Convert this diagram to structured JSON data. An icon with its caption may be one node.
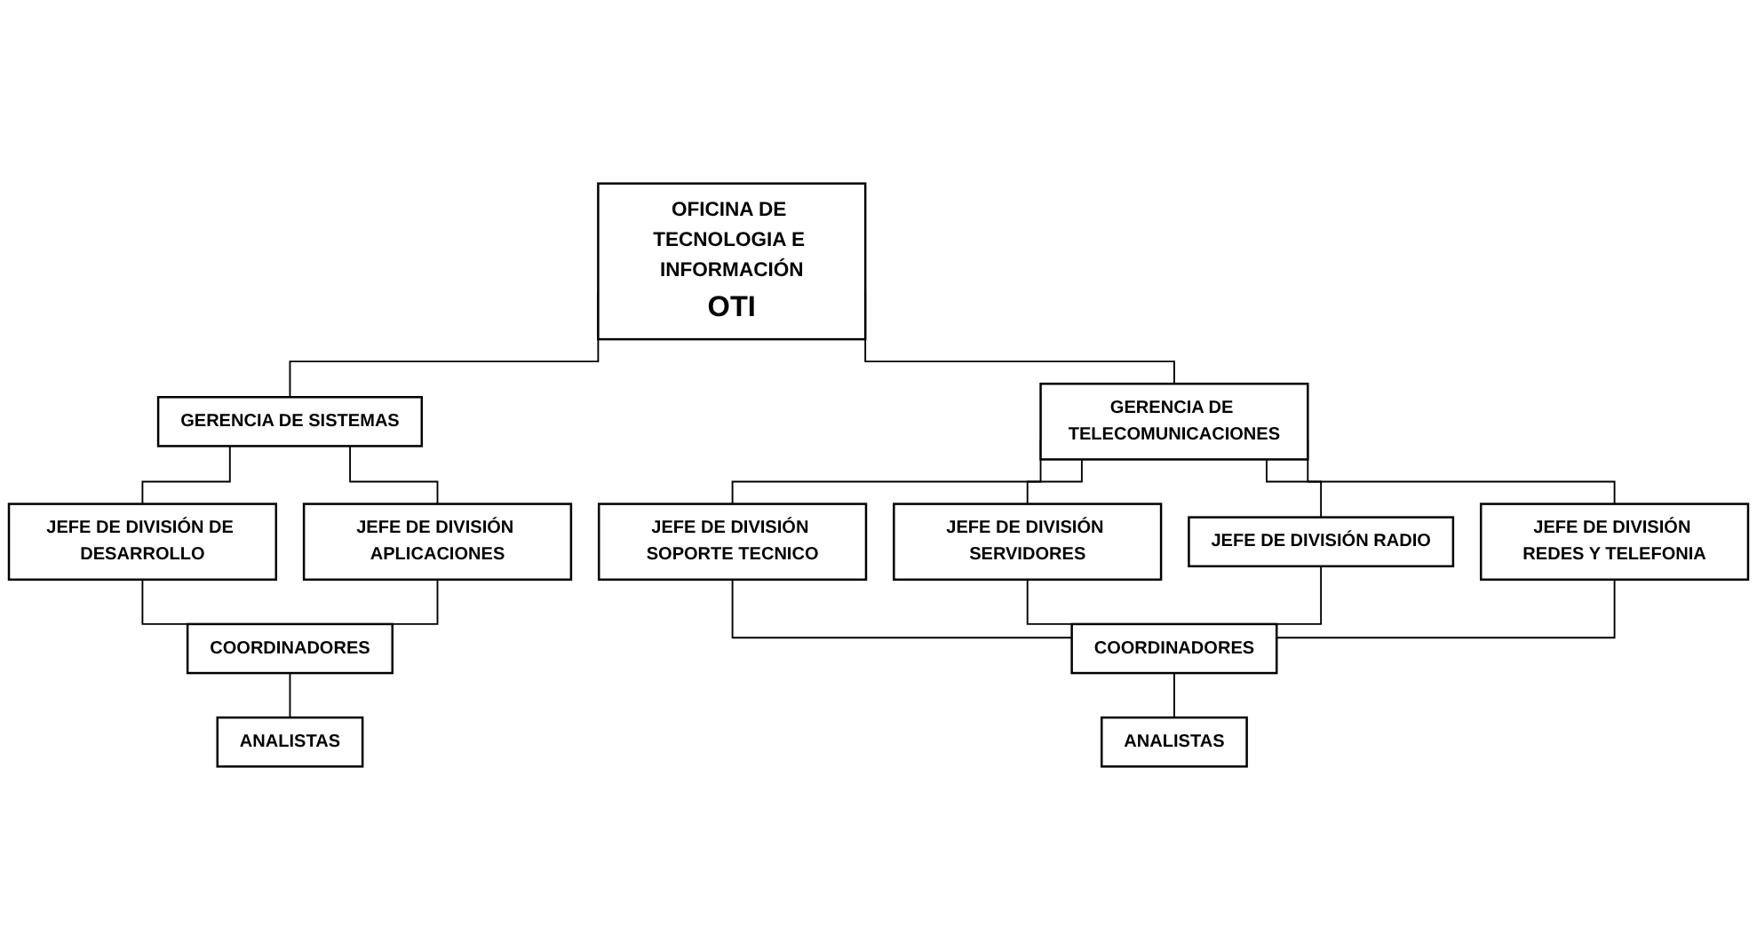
{
  "diagram": {
    "nodes": [
      {
        "text": [
          "OFICINA DE TECNOLOGIA E INFORMACIÓN",
          "OTI"
        ]
      },
      {
        "text": [
          "GERENCIA DE SISTEMAS"
        ]
      },
      {
        "text": [
          "GERENCIA DE TELECOMUNICACIONES"
        ]
      },
      {
        "text": [
          "JEFE DE DIVISIÓN DE DESARROLLO"
        ]
      },
      {
        "text": [
          "JEFE DE DIVISIÓN APLICACIONES"
        ]
      },
      {
        "text": [
          "JEFE DE DIVISIÓN SOPORTE TECNICO"
        ]
      },
      {
        "text": [
          "JEFE DE DIVISIÓN SERVIDORES"
        ]
      },
      {
        "text": [
          "JEFE DE DIVISIÓN RADIO"
        ]
      },
      {
        "text": [
          "JEFE DE DIVISIÓN REDES Y TELEFONIA"
        ]
      },
      {
        "text": [
          "COORDINADORES"
        ]
      },
      {
        "text": [
          "COORDINADORES"
        ]
      },
      {
        "text": [
          "ANALISTAS"
        ]
      },
      {
        "text": [
          "ANALISTAS"
        ]
      }
    ],
    "edges": [
      {
        "from": 0,
        "to": 1,
        "arrow": "none"
      },
      {
        "from": 0,
        "to": 2,
        "arrow": "none"
      },
      {
        "from": 1,
        "to": 3,
        "arrow": "none"
      },
      {
        "from": 1,
        "to": 4,
        "arrow": "none"
      },
      {
        "from": 2,
        "to": 5,
        "arrow": "none"
      },
      {
        "from": 2,
        "to": 6,
        "arrow": "none"
      },
      {
        "from": 2,
        "to": 7,
        "arrow": "none"
      },
      {
        "from": 2,
        "to": 8,
        "arrow": "none"
      },
      {
        "from": 3,
        "to": 9,
        "arrow": "none"
      },
      {
        "from": 4,
        "to": 9,
        "arrow": "none"
      },
      {
        "from": 5,
        "to": 10,
        "arrow": "none"
      },
      {
        "from": 6,
        "to": 10,
        "arrow": "none"
      },
      {
        "from": 7,
        "to": 10,
        "arrow": "none"
      },
      {
        "from": 8,
        "to": 10,
        "arrow": "none"
      },
      {
        "from": 9,
        "to": 11,
        "arrow": "none"
      },
      {
        "from": 10,
        "to": 12,
        "arrow": "none"
      }
    ]
  }
}
